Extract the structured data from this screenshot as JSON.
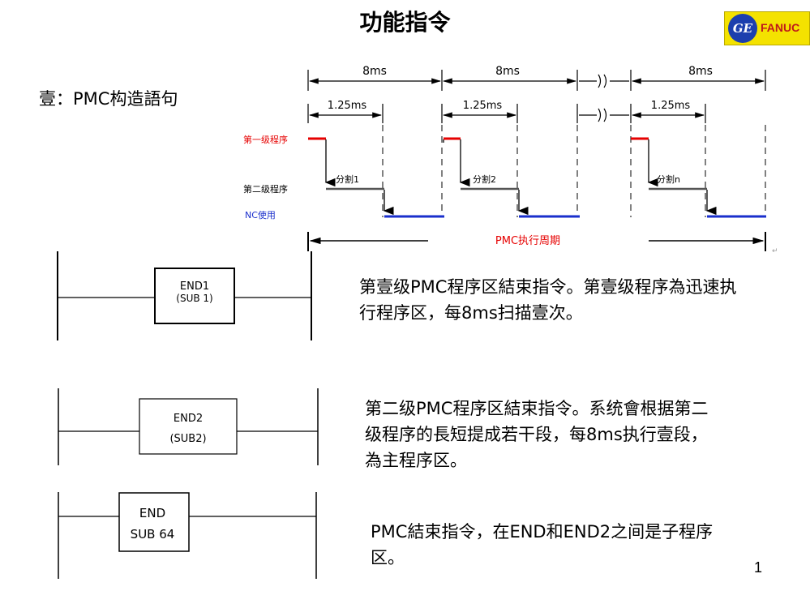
{
  "slide": {
    "title": "功能指令",
    "heading": "壹：PMC构造語句",
    "page_number": "1"
  },
  "logo": {
    "emblem_text": "GE",
    "brand_text": "FANUC",
    "colors": {
      "background": "#f4e200",
      "emblem": "#1c3fae",
      "brand": "#c0181b"
    }
  },
  "timing_diagram": {
    "period_labels": [
      "8ms",
      "8ms",
      "8ms"
    ],
    "slot_labels": [
      "1.25ms",
      "1.25ms",
      "1.25ms"
    ],
    "row_labels": {
      "level1": "第一级程序",
      "level2": "第二级程序",
      "nc": "NC使用"
    },
    "division_labels": [
      "分割1",
      "分割2",
      "分割n"
    ],
    "cycle_label": "PMC执行周期",
    "colors": {
      "level1": "#e60000",
      "level2": "#555555",
      "nc": "#1a2fcc",
      "label_red": "#e60000",
      "label_blue": "#1a2fcc"
    }
  },
  "ladder": [
    {
      "box_line1": "END1",
      "box_line2": "(SUB  1)",
      "description": "第壹级PMC程序区結束指令。第壹级程序為迅速执行程序区，每8ms扫描壹次。"
    },
    {
      "box_line1": "END2",
      "box_line2": "(SUB2)",
      "description": "第二级PMC程序区結束指令。系统會根据第二级程序的長短提成若干段，每8ms执行壹段，為主程序区。"
    },
    {
      "box_line1": "END",
      "box_line2": "SUB 64",
      "description": "PMC結束指令，在END和END2之间是子程序区。"
    }
  ]
}
